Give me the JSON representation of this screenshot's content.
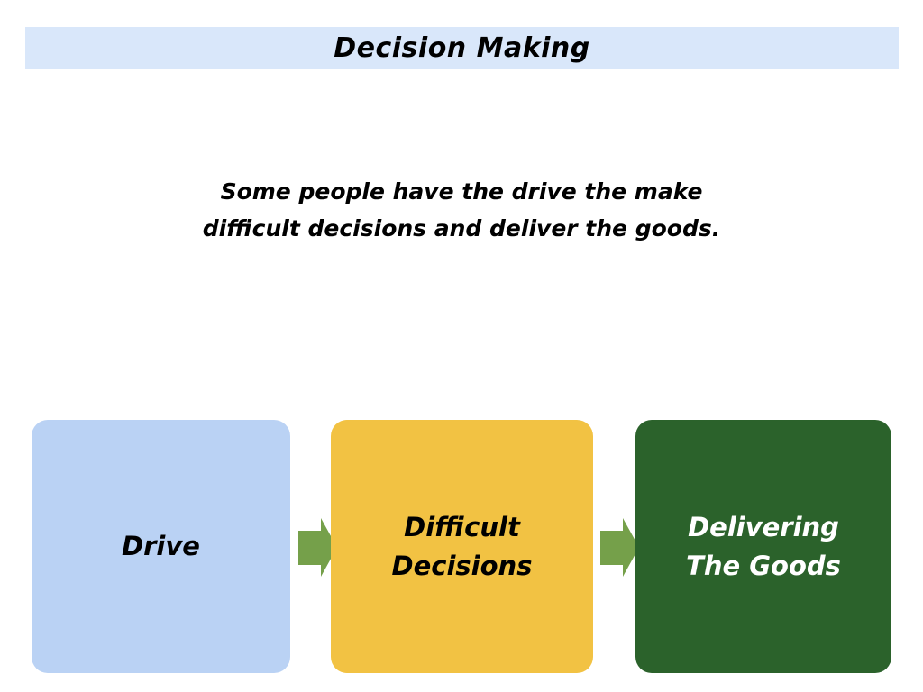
{
  "slide": {
    "background_color": "#ffffff"
  },
  "title": {
    "text": "Decision Making",
    "background_color": "#d9e7fa",
    "text_color": "#000000"
  },
  "subtitle": {
    "line1": "Some people have the drive the make",
    "line2": "difficult decisions and deliver the goods.",
    "text_color": "#000000"
  },
  "flow": {
    "arrow_color": "#75a04a",
    "boxes": [
      {
        "name": "drive",
        "line1": "Drive",
        "line2": "",
        "background_color": "#bad2f4",
        "text_color": "#000000"
      },
      {
        "name": "difficult-decisions",
        "line1": "Difficult",
        "line2": "Decisions",
        "background_color": "#f2c243",
        "text_color": "#000000"
      },
      {
        "name": "delivering-the-goods",
        "line1": "Delivering",
        "line2": "The Goods",
        "background_color": "#2b622b",
        "text_color": "#ffffff"
      }
    ]
  }
}
